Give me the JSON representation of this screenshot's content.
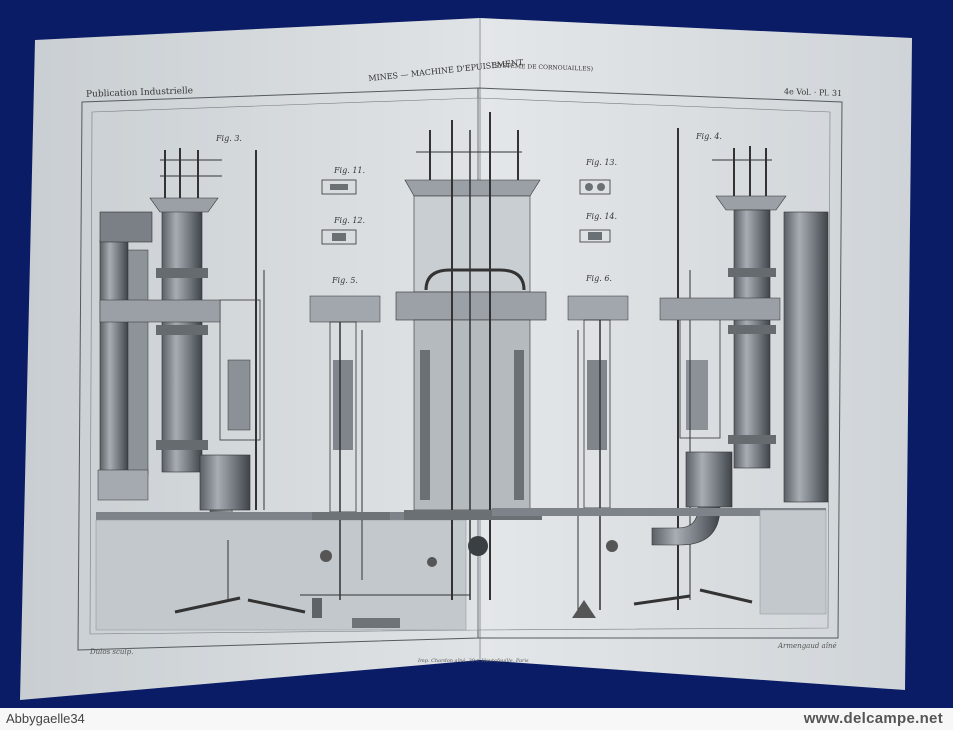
{
  "plate": {
    "header_left": "Publication Industrielle",
    "header_title": "MINES — MACHINE D'EPUISEMENT",
    "header_subtitle": "(SYSTÈME DE CORNOUAILLES)",
    "header_right": "4e Vol. · Pl. 31",
    "engraver_left": "Dulos sculp.",
    "engraver_right": "Armengaud aîné",
    "printer_line": "Imp. Chardon aîné, 30 r. Hautefeuille, Paris"
  },
  "figure_labels": {
    "fig3": "Fig. 3.",
    "fig4": "Fig. 4.",
    "fig5": "Fig. 5.",
    "fig6": "Fig. 6.",
    "fig11": "Fig. 11.",
    "fig12": "Fig. 12.",
    "fig13": "Fig. 13.",
    "fig14": "Fig. 14."
  },
  "watermark": {
    "user": "Abbygaelle34",
    "site": "www.delcampe.net"
  },
  "colors": {
    "background": "#0a1a5c",
    "paper": "#d9dde0",
    "ink": "#3a3f45"
  }
}
